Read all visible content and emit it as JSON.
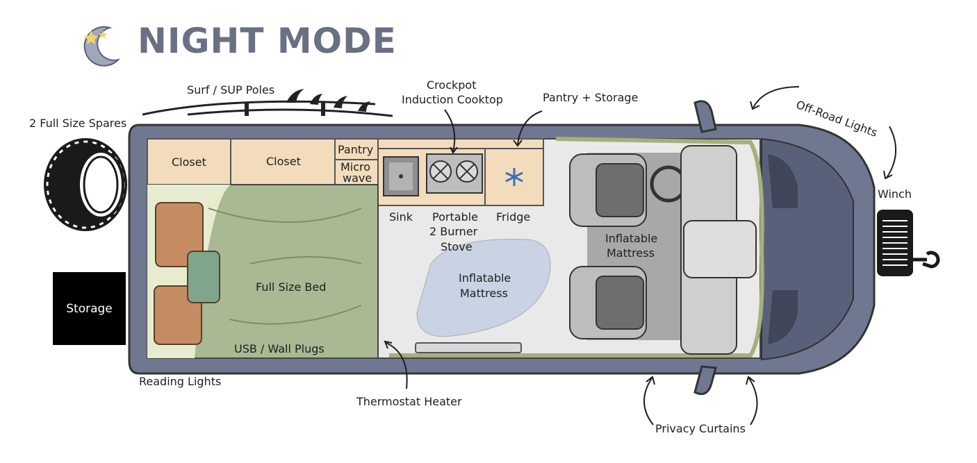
{
  "title": "NIGHT MODE",
  "labels": {
    "surf_sup_poles": "Surf / SUP Poles",
    "spares": "2 Full Size Spares",
    "storage": "Storage",
    "reading_lights": "Reading Lights",
    "closet_1": "Closet",
    "closet_2": "Closet",
    "pantry": "Pantry",
    "microwave_1": "Micro",
    "microwave_2": "wave",
    "crockpot_1": "Crockpot",
    "crockpot_2": "Induction Cooktop",
    "pantry_storage": "Pantry + Storage",
    "sink": "Sink",
    "stove_1": "Portable",
    "stove_2": "2 Burner",
    "stove_3": "Stove",
    "fridge": "Fridge",
    "full_bed": "Full Size Bed",
    "usb": "USB / Wall Plugs",
    "inflatable_center_1": "Inflatable",
    "inflatable_center_2": "Mattress",
    "inflatable_front_1": "Inflatable",
    "inflatable_front_2": "Mattress",
    "thermostat": "Thermostat Heater",
    "privacy": "Privacy Curtains",
    "offroad": "Off-Road Lights",
    "winch": "Winch"
  },
  "icons": {
    "moon": "moon-stars-icon",
    "fridge": "snowflake-icon"
  },
  "colors": {
    "title": "#6a7083",
    "van_body": "#6f7890",
    "cabinet": "#f2dcbc",
    "bed": "#a9b993",
    "pillow": "#c58c63",
    "mattress": "#c9d3e4",
    "floor": "#e9e9e9"
  }
}
